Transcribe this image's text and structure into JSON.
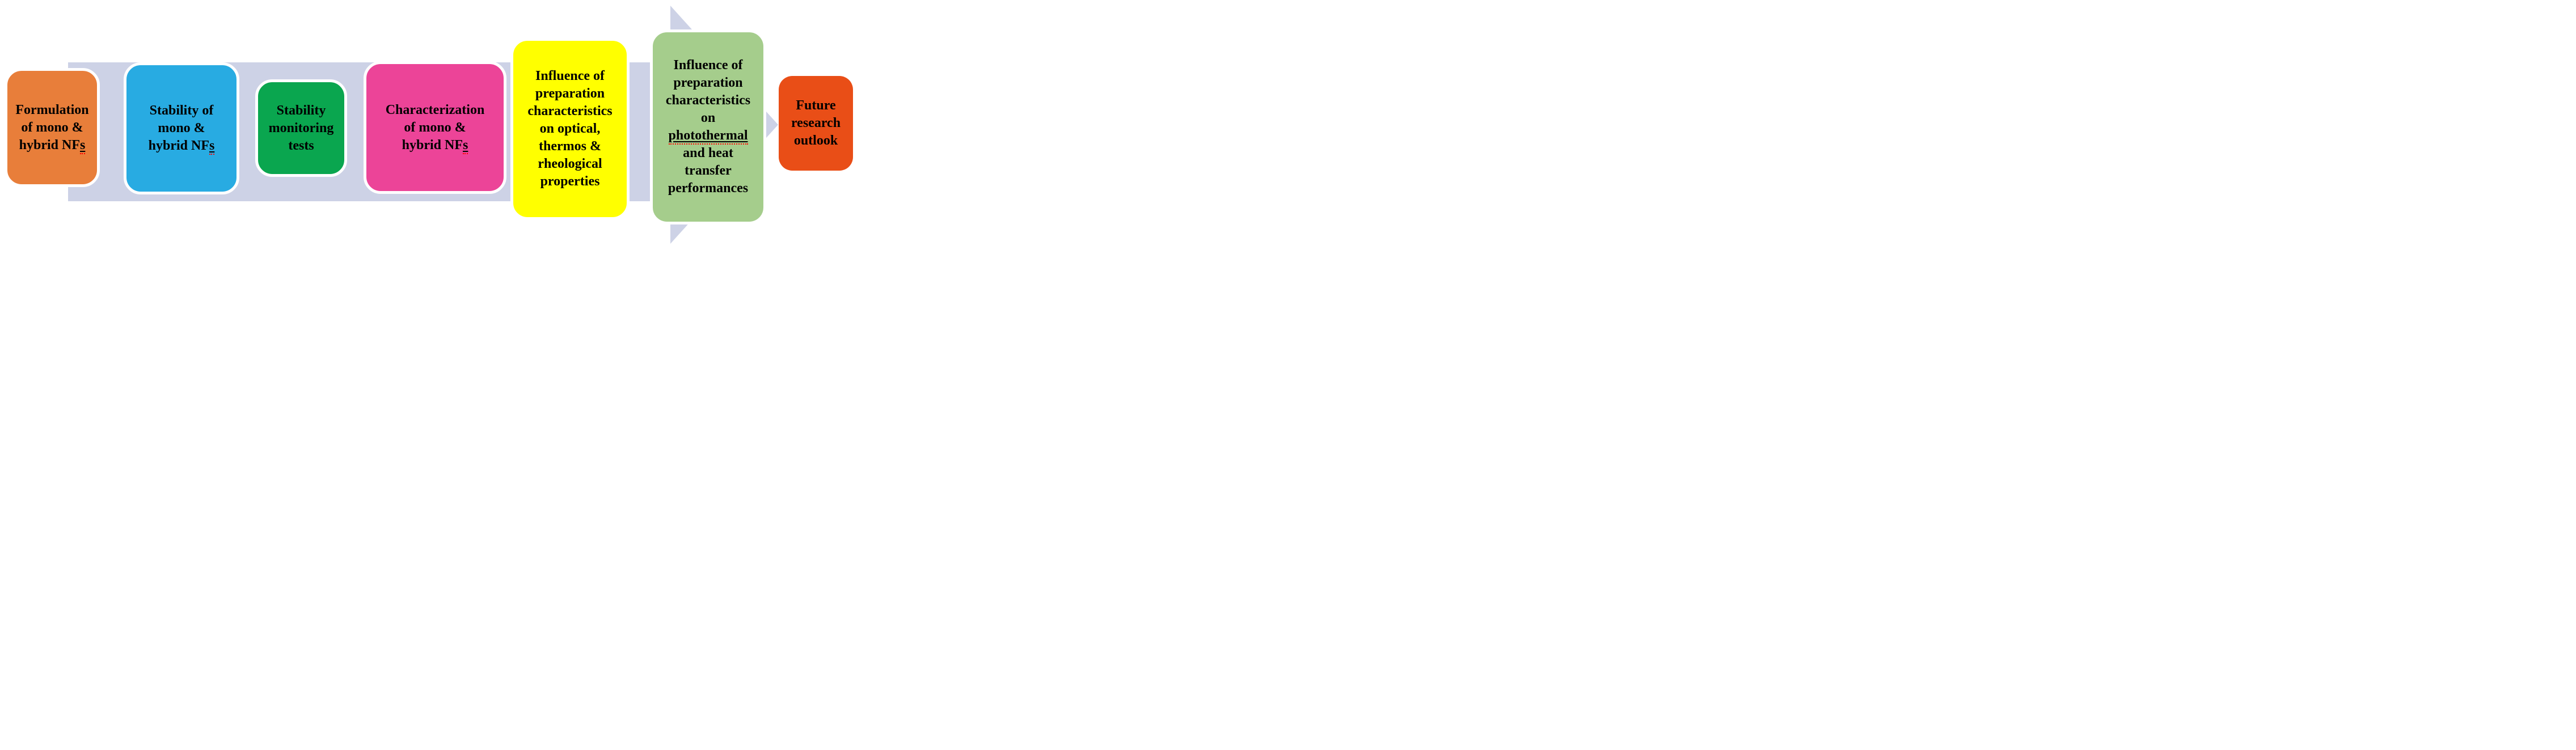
{
  "figure": {
    "title": "nanofluid-review-process-flow",
    "colors": {
      "background": "#FFFFFF",
      "arrow": "#CDD2E6",
      "text": "#000000",
      "spellcheck_underline": "#FF0000"
    },
    "boxes": [
      {
        "name": "formulation",
        "color": "#E87E3A",
        "lines": [
          "Formulation",
          "of mono &",
          "hybrid NF"
        ],
        "spell_suffix": "s"
      },
      {
        "name": "stability",
        "color": "#28ABE2",
        "lines": [
          "Stability of",
          "mono &",
          "hybrid NF"
        ],
        "spell_suffix": "s"
      },
      {
        "name": "stability-monitoring-tests",
        "color": "#0AA64F",
        "lines": [
          "Stability",
          "monitoring",
          "tests"
        ]
      },
      {
        "name": "characterization",
        "color": "#EC4498",
        "lines": [
          "Characterization",
          "of mono &",
          "hybrid NF"
        ],
        "spell_suffix": "s"
      },
      {
        "name": "influence-optical-thermo-rheological",
        "color": "#FFFF00",
        "lines": [
          "Influence of",
          "preparation",
          "characteristics",
          "on optical,",
          "thermos &",
          "rheological",
          "properties"
        ]
      },
      {
        "name": "influence-photothermal-heat-transfer",
        "color": "#A5CD8C",
        "lines": [
          "Influence of",
          "preparation",
          "characteristics",
          "on",
          "photothermal",
          "and heat",
          "transfer",
          "performances"
        ],
        "underlined_word": "photothermal"
      },
      {
        "name": "future-research-outlook",
        "color": "#E94E17",
        "lines": [
          "Future",
          "research",
          "outlook"
        ]
      }
    ]
  }
}
